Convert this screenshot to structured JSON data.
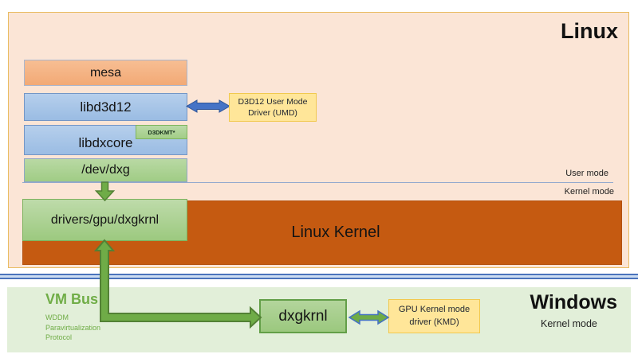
{
  "linux_section": {
    "title": "Linux",
    "background": "#FBE5D6",
    "user_mode_label": "User mode",
    "kernel_mode_label": "Kernel mode",
    "stack": {
      "mesa": "mesa",
      "libd3d12": "libd3d12",
      "libdxcore": "libdxcore",
      "d3dkmt_badge": "D3DKMT*",
      "dev_dxg": "/dev/dxg"
    },
    "umd_box": "D3D12 User Mode Driver (UMD)",
    "drivers_box": "drivers/gpu/dxgkrnl",
    "kernel_box": "Linux Kernel",
    "kernel_color": "#C55A11"
  },
  "windows_section": {
    "title": "Windows",
    "background": "#E2EFD9",
    "kernel_mode_label": "Kernel mode",
    "vm_bus": {
      "title": "VM Bus",
      "lines": [
        "WDDM",
        "Paravirtualization",
        "Protocol"
      ]
    },
    "dxgkrnl_box": "dxgkrnl",
    "kmd_box": "GPU Kernel mode driver (KMD)"
  },
  "colors": {
    "accent_blue": "#4472C4",
    "accent_green": "#70AD47",
    "orange_box": "#F4B183",
    "blue_box": "#A5C4E7",
    "green_box": "#A9D18E",
    "yellow_box": "#FFE699",
    "separator_blue": "#4A73BC"
  }
}
